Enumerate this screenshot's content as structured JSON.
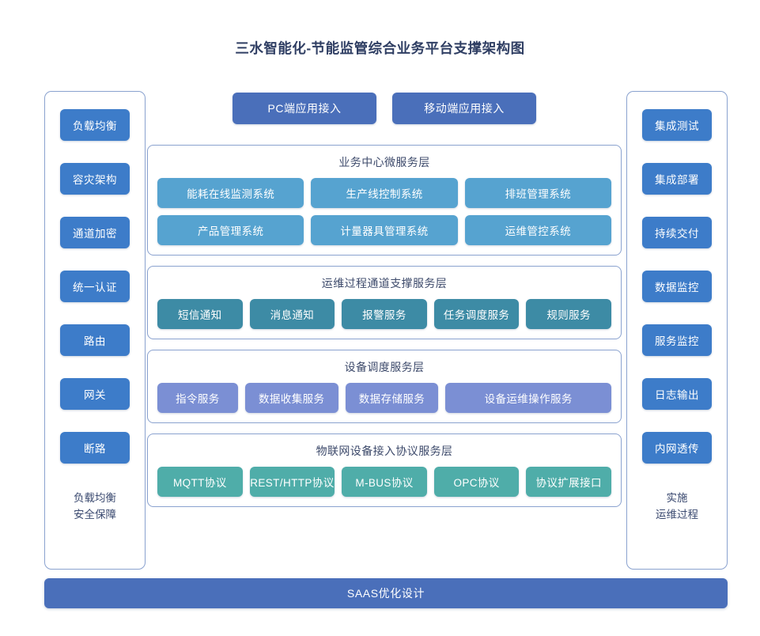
{
  "title": "三水智能化-节能监管综合业务平台支撑架构图",
  "colors": {
    "title_text": "#2f3e63",
    "panel_border": "#8aa2cf",
    "sidebar_button": "#3d7cc9",
    "access_button": "#4a6fba",
    "business_chip": "#56a3d0",
    "ops_chip": "#3d8ba5",
    "device_chip": "#7b8fd4",
    "iot_chip": "#4fada9",
    "saas_bar": "#4a6fba",
    "layer_title_text": "#3d4a6b"
  },
  "left_panel": {
    "items": [
      {
        "label": "负载均衡"
      },
      {
        "label": "容灾架构"
      },
      {
        "label": "通道加密"
      },
      {
        "label": "统一认证"
      },
      {
        "label": "路由"
      },
      {
        "label": "网关"
      },
      {
        "label": "断路"
      }
    ],
    "footer_line1": "负载均衡",
    "footer_line2": "安全保障"
  },
  "right_panel": {
    "items": [
      {
        "label": "集成测试"
      },
      {
        "label": "集成部署"
      },
      {
        "label": "持续交付"
      },
      {
        "label": "数据监控"
      },
      {
        "label": "服务监控"
      },
      {
        "label": "日志输出"
      },
      {
        "label": "内网透传"
      }
    ],
    "footer_line1": "实施",
    "footer_line2": "运维过程"
  },
  "access": {
    "pc": "PC端应用接入",
    "mobile": "移动端应用接入"
  },
  "layers": [
    {
      "id": "business",
      "title": "业务中心微服务层",
      "rows": [
        [
          "能耗在线监测系统",
          "生产线控制系统",
          "排班管理系统"
        ],
        [
          "产品管理系统",
          "计量器具管理系统",
          "运维管控系统"
        ]
      ]
    },
    {
      "id": "ops",
      "title": "运维过程通道支撑服务层",
      "rows": [
        [
          "短信通知",
          "消息通知",
          "报警服务",
          "任务调度服务",
          "规则服务"
        ]
      ]
    },
    {
      "id": "device",
      "title": "设备调度服务层",
      "rows": [
        [
          "指令服务",
          "数据收集服务",
          "数据存储服务",
          "设备运维操作服务"
        ]
      ]
    },
    {
      "id": "iot",
      "title": "物联网设备接入协议服务层",
      "rows": [
        [
          "MQTT协议",
          "REST/HTTP协议",
          "M-BUS协议",
          "OPC协议",
          "协议扩展接口"
        ]
      ]
    }
  ],
  "saas_bar": {
    "label": "SAAS优化设计"
  }
}
